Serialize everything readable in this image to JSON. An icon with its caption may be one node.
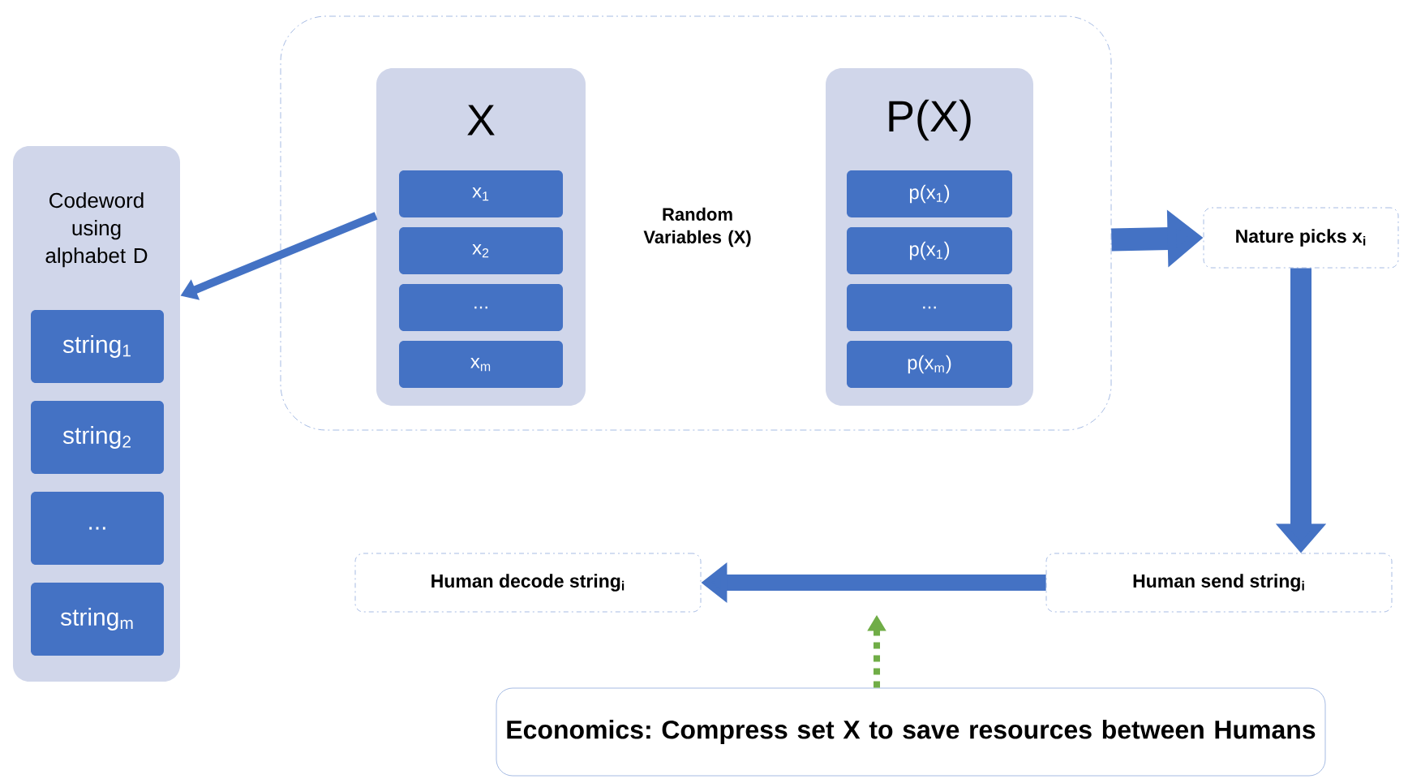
{
  "diagram": {
    "nodes": [
      {
        "text": [
          "Random Variables (X)"
        ]
      },
      {
        "text": [
          "X"
        ],
        "in": 0
      },
      {
        "text": [
          "x$_{1}$"
        ],
        "in": 1
      },
      {
        "text": [
          "x$_{2}$"
        ],
        "in": 1
      },
      {
        "text": [
          "..."
        ],
        "in": 1
      },
      {
        "text": [
          "x$_{m}$"
        ],
        "in": 1
      },
      {
        "text": [
          "P(X)"
        ],
        "in": 0
      },
      {
        "text": [
          "p(x$_{1}$)"
        ],
        "in": 6
      },
      {
        "text": [
          "p(x$_{1}$)"
        ],
        "in": 6
      },
      {
        "text": [
          "..."
        ],
        "in": 6
      },
      {
        "text": [
          "p(x$_{m}$)"
        ],
        "in": 6
      },
      {
        "text": [
          "Codeword using alphabet D"
        ]
      },
      {
        "text": [
          "string$_{1}$"
        ],
        "in": 11
      },
      {
        "text": [
          "string$_{2}$"
        ],
        "in": 11
      },
      {
        "text": [
          "..."
        ],
        "in": 11
      },
      {
        "text": [
          "string$_{m}$"
        ],
        "in": 11
      },
      {
        "text": [
          "Nature picks x$_{i}$"
        ]
      },
      {
        "text": [
          "Human send string$_{i}$"
        ]
      },
      {
        "text": [
          "Human decode string$_{i}$"
        ]
      },
      {
        "text": [
          "Economics: Compress set X to save resources between Humans"
        ]
      }
    ],
    "edges": [
      {
        "from": 1,
        "to": 11,
        "arrow": "to"
      },
      {
        "from": 0,
        "to": 16,
        "arrow": "to"
      },
      {
        "from": 16,
        "to": 17,
        "arrow": "to"
      },
      {
        "from": 17,
        "to": 18,
        "arrow": "to"
      },
      {
        "from": 19,
        "to": null,
        "arrow": "to",
        "style": "dashed",
        "color": "#70ad47"
      }
    ]
  }
}
